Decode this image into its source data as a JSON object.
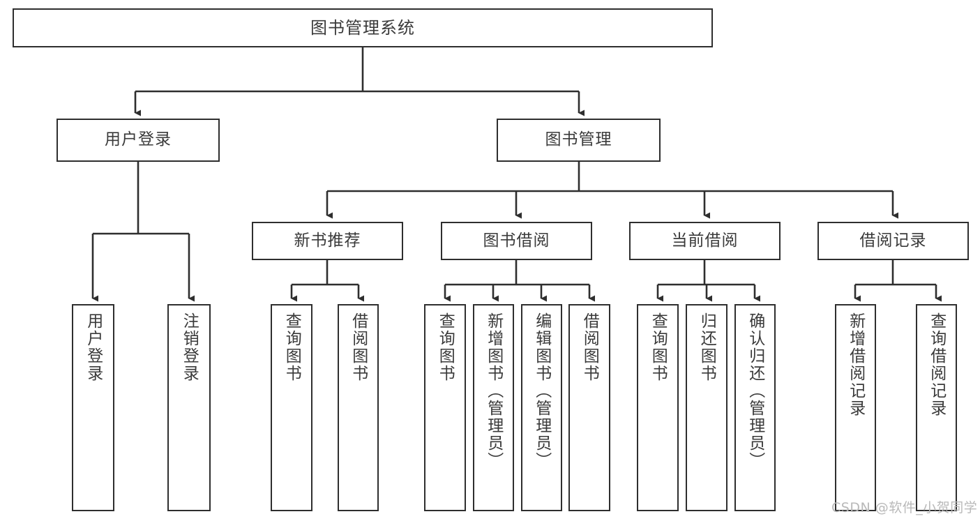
{
  "diagram": {
    "title": "图书管理系统",
    "type": "tree-hierarchy",
    "watermark": "CSDN @软件_小贺同学",
    "colors": {
      "stroke": "#2e2e2e",
      "text": "#3a3a3a",
      "background": "#ffffff",
      "watermark": "#b9b9b9"
    },
    "nodes": {
      "root": {
        "label": "图书管理系统",
        "orientation": "horizontal"
      },
      "level2": [
        {
          "id": "user-login",
          "label": "用户登录",
          "orientation": "horizontal"
        },
        {
          "id": "book-management",
          "label": "图书管理",
          "orientation": "horizontal"
        }
      ],
      "level3": [
        {
          "id": "new-book-recommend",
          "label": "新书推荐",
          "orientation": "horizontal"
        },
        {
          "id": "book-borrow",
          "label": "图书借阅",
          "orientation": "horizontal"
        },
        {
          "id": "current-borrow",
          "label": "当前借阅",
          "orientation": "horizontal"
        },
        {
          "id": "borrow-record",
          "label": "借阅记录",
          "orientation": "horizontal"
        }
      ],
      "leaves": [
        {
          "id": "leaf-user-login",
          "label": "用户登录",
          "parent": "user-login",
          "orientation": "vertical"
        },
        {
          "id": "leaf-user-logout",
          "label": "注销登录",
          "parent": "user-login",
          "orientation": "vertical"
        },
        {
          "id": "leaf-query-book-1",
          "label": "查询图书",
          "parent": "new-book-recommend",
          "orientation": "vertical"
        },
        {
          "id": "leaf-borrow-book-1",
          "label": "借阅图书",
          "parent": "new-book-recommend",
          "orientation": "vertical"
        },
        {
          "id": "leaf-query-book-2",
          "label": "查询图书",
          "parent": "book-borrow",
          "orientation": "vertical"
        },
        {
          "id": "leaf-add-book",
          "label": "新增图书（管理员）",
          "parent": "book-borrow",
          "orientation": "vertical"
        },
        {
          "id": "leaf-edit-book",
          "label": "编辑图书（管理员）",
          "parent": "book-borrow",
          "orientation": "vertical"
        },
        {
          "id": "leaf-borrow-book-2",
          "label": "借阅图书",
          "parent": "book-borrow",
          "orientation": "vertical"
        },
        {
          "id": "leaf-query-book-3",
          "label": "查询图书",
          "parent": "current-borrow",
          "orientation": "vertical"
        },
        {
          "id": "leaf-return-book",
          "label": "归还图书",
          "parent": "current-borrow",
          "orientation": "vertical"
        },
        {
          "id": "leaf-confirm-return",
          "label": "确认归还（管理员）",
          "parent": "current-borrow",
          "orientation": "vertical"
        },
        {
          "id": "leaf-add-record",
          "label": "新增借阅记录",
          "parent": "borrow-record",
          "orientation": "vertical"
        },
        {
          "id": "leaf-query-record",
          "label": "查询借阅记录",
          "parent": "borrow-record",
          "orientation": "vertical"
        }
      ]
    }
  }
}
